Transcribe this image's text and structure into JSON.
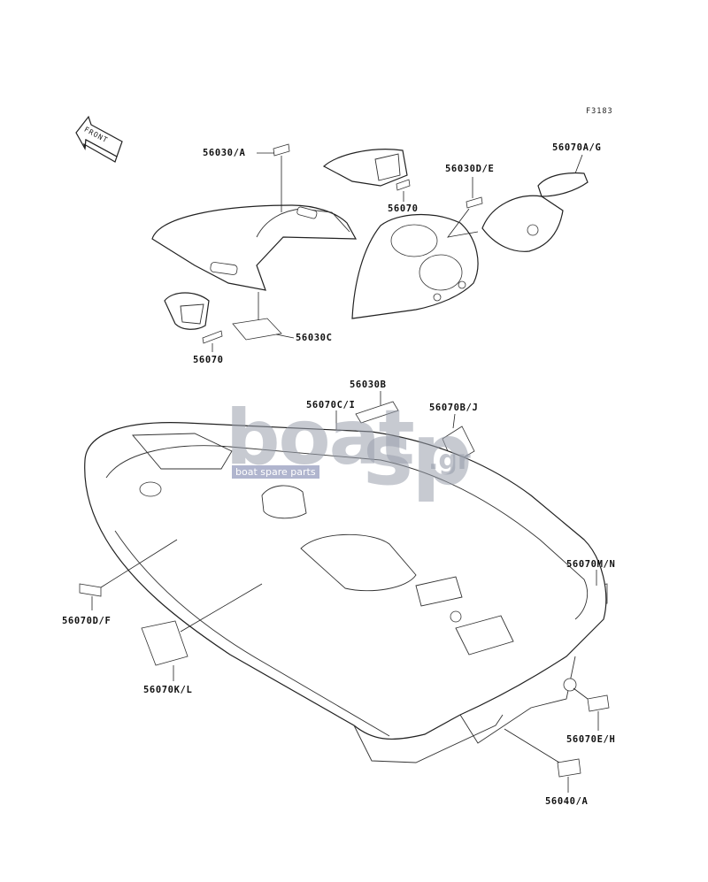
{
  "diagram": {
    "code": "F3183",
    "direction": "FRONT",
    "watermark": {
      "word_left": "boat",
      "word_right": "sp",
      "suffix": ".gr",
      "tagline": "boat spare parts"
    },
    "callouts": [
      {
        "id": "56030-a",
        "text": "56030/A"
      },
      {
        "id": "56070-top",
        "text": "56070"
      },
      {
        "id": "56030d-e",
        "text": "56030D/E"
      },
      {
        "id": "56070a-g",
        "text": "56070A/G"
      },
      {
        "id": "56070-left",
        "text": "56070"
      },
      {
        "id": "56030c",
        "text": "56030C"
      },
      {
        "id": "56030b",
        "text": "56030B"
      },
      {
        "id": "56070c-i",
        "text": "56070C/I"
      },
      {
        "id": "56070b-j",
        "text": "56070B/J"
      },
      {
        "id": "56070m-n",
        "text": "56070M/N"
      },
      {
        "id": "56070d-f",
        "text": "56070D/F"
      },
      {
        "id": "56070k-l",
        "text": "56070K/L"
      },
      {
        "id": "56070e-h",
        "text": "56070E/H"
      },
      {
        "id": "56040-a",
        "text": "56040/A"
      }
    ]
  }
}
